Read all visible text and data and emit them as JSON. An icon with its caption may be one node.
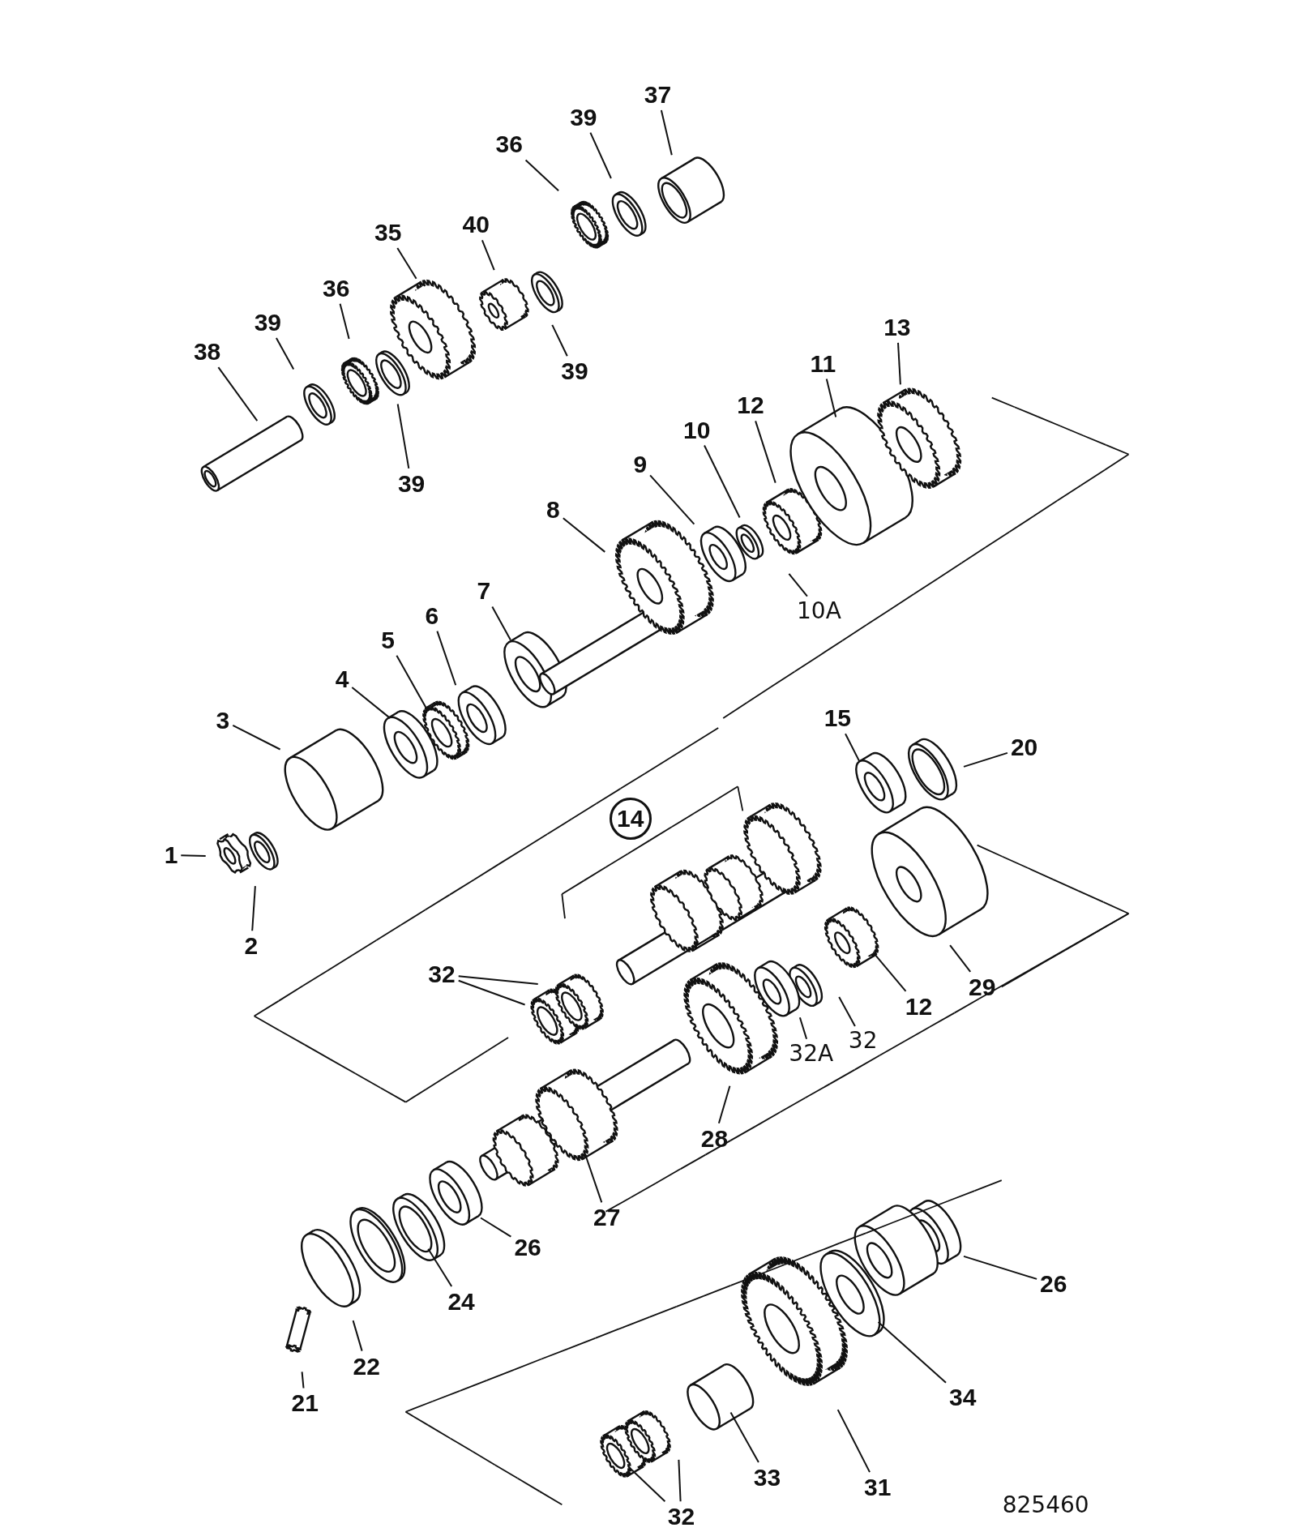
{
  "diagram": {
    "nodes": [
      {
        "text": [
          "37"
        ]
      },
      {
        "text": [
          "39"
        ]
      },
      {
        "text": [
          "36"
        ]
      },
      {
        "text": [
          "40"
        ]
      },
      {
        "text": [
          "35"
        ]
      },
      {
        "text": [
          "36"
        ]
      },
      {
        "text": [
          "39"
        ]
      },
      {
        "text": [
          "13"
        ]
      },
      {
        "text": [
          "38"
        ]
      },
      {
        "text": [
          "11"
        ]
      },
      {
        "text": [
          "39"
        ]
      },
      {
        "text": [
          "12"
        ]
      },
      {
        "text": [
          "10"
        ]
      },
      {
        "text": [
          "9"
        ]
      },
      {
        "text": [
          "39"
        ]
      },
      {
        "text": [
          "8"
        ]
      },
      {
        "text": [
          "7"
        ]
      },
      {
        "text": [
          "10A"
        ]
      },
      {
        "text": [
          "6"
        ]
      },
      {
        "text": [
          "5"
        ]
      },
      {
        "text": [
          "4"
        ]
      },
      {
        "text": [
          "3"
        ]
      },
      {
        "text": [
          "15"
        ]
      },
      {
        "text": [
          "20"
        ]
      },
      {
        "text": [
          "14"
        ]
      },
      {
        "text": [
          "1"
        ]
      },
      {
        "text": [
          "2"
        ]
      },
      {
        "text": [
          "32"
        ]
      },
      {
        "text": [
          "29"
        ]
      },
      {
        "text": [
          "12"
        ]
      },
      {
        "text": [
          "32"
        ]
      },
      {
        "text": [
          "32A"
        ]
      },
      {
        "text": [
          "28"
        ]
      },
      {
        "text": [
          "27"
        ]
      },
      {
        "text": [
          "26"
        ]
      },
      {
        "text": [
          "26"
        ]
      },
      {
        "text": [
          "24"
        ]
      },
      {
        "text": [
          "22"
        ]
      },
      {
        "text": [
          "34"
        ]
      },
      {
        "text": [
          "21"
        ]
      },
      {
        "text": [
          "33"
        ]
      },
      {
        "text": [
          "31"
        ]
      },
      {
        "text": [
          "32"
        ]
      }
    ],
    "edges": [
      {
        "from": 0,
        "to": null,
        "arrow": "none"
      },
      {
        "from": 1,
        "to": null,
        "arrow": "none"
      },
      {
        "from": 2,
        "to": null,
        "arrow": "none"
      },
      {
        "from": 3,
        "to": null,
        "arrow": "none"
      },
      {
        "from": 4,
        "to": null,
        "arrow": "none"
      },
      {
        "from": 5,
        "to": null,
        "arrow": "none"
      },
      {
        "from": 6,
        "to": null,
        "arrow": "none"
      },
      {
        "from": 7,
        "to": null,
        "arrow": "none"
      },
      {
        "from": 8,
        "to": null,
        "arrow": "none"
      },
      {
        "from": 9,
        "to": null,
        "arrow": "none"
      },
      {
        "from": 10,
        "to": null,
        "arrow": "none"
      },
      {
        "from": 11,
        "to": null,
        "arrow": "none"
      },
      {
        "from": 12,
        "to": null,
        "arrow": "none"
      },
      {
        "from": 13,
        "to": null,
        "arrow": "none"
      },
      {
        "from": 14,
        "to": null,
        "arrow": "none"
      },
      {
        "from": 15,
        "to": null,
        "arrow": "none"
      },
      {
        "from": 16,
        "to": null,
        "arrow": "none"
      },
      {
        "from": 17,
        "to": null,
        "arrow": "none"
      },
      {
        "from": 18,
        "to": null,
        "arrow": "none"
      },
      {
        "from": 19,
        "to": null,
        "arrow": "none"
      },
      {
        "from": 20,
        "to": null,
        "arrow": "none"
      },
      {
        "from": 21,
        "to": null,
        "arrow": "none"
      },
      {
        "from": 22,
        "to": null,
        "arrow": "none"
      },
      {
        "from": 23,
        "to": null,
        "arrow": "none"
      },
      {
        "from": 25,
        "to": null,
        "arrow": "none"
      },
      {
        "from": 26,
        "to": null,
        "arrow": "none"
      },
      {
        "from": 27,
        "to": null,
        "arrow": "none"
      },
      {
        "from": 27,
        "to": null,
        "arrow": "none"
      },
      {
        "from": 28,
        "to": null,
        "arrow": "none"
      },
      {
        "from": 29,
        "to": null,
        "arrow": "none"
      },
      {
        "from": 30,
        "to": null,
        "arrow": "none"
      },
      {
        "from": 31,
        "to": null,
        "arrow": "none"
      },
      {
        "from": 32,
        "to": null,
        "arrow": "none"
      },
      {
        "from": 33,
        "to": null,
        "arrow": "none"
      },
      {
        "from": 34,
        "to": null,
        "arrow": "none"
      },
      {
        "from": 35,
        "to": null,
        "arrow": "none"
      },
      {
        "from": 36,
        "to": null,
        "arrow": "none"
      },
      {
        "from": 37,
        "to": null,
        "arrow": "none"
      },
      {
        "from": 38,
        "to": null,
        "arrow": "none"
      },
      {
        "from": 39,
        "to": null,
        "arrow": "none"
      },
      {
        "from": 40,
        "to": null,
        "arrow": "none"
      },
      {
        "from": 41,
        "to": null,
        "arrow": "none"
      },
      {
        "from": 42,
        "to": null,
        "arrow": "none"
      },
      {
        "from": 42,
        "to": null,
        "arrow": "none"
      }
    ],
    "labels": [
      "825460"
    ]
  }
}
